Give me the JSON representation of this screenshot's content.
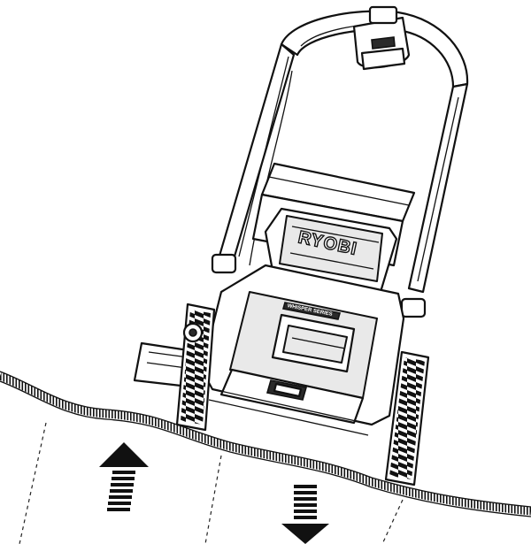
{
  "illustration": {
    "brand_text": "RYOBI",
    "deck_text": "WHISPER SERIES",
    "arrows": [
      {
        "direction": "up"
      },
      {
        "direction": "down"
      }
    ]
  }
}
